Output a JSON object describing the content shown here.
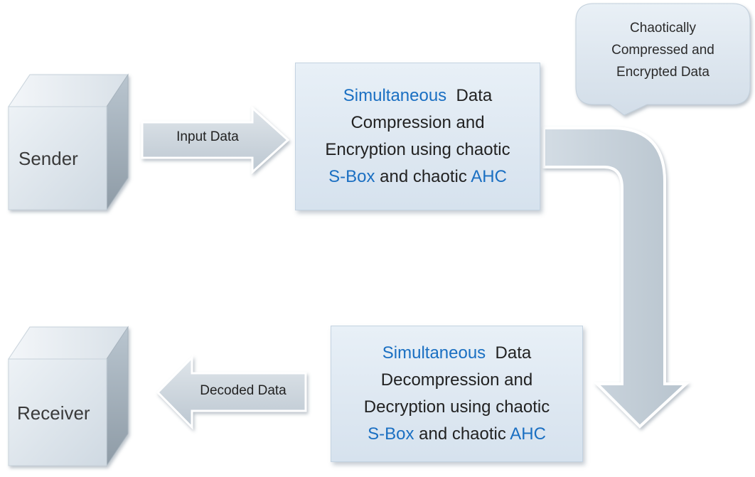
{
  "sender": {
    "label": "Sender"
  },
  "receiver": {
    "label": "Receiver"
  },
  "arrows": {
    "input": "Input Data",
    "decoded": "Decoded Data"
  },
  "callout": {
    "line1": "Chaotically",
    "line2": "Compressed and",
    "line3": "Encrypted Data"
  },
  "encrypt_box": {
    "l1_a": "Simultaneous",
    "l1_b": "Data",
    "l2": "Compression and",
    "l3": "Encryption using chaotic",
    "l4_a": "S-Box",
    "l4_b": "and chaotic",
    "l4_c": "AHC"
  },
  "decrypt_box": {
    "l1_a": "Simultaneous",
    "l1_b": "Data",
    "l2": "Decompression and",
    "l3": "Decryption using chaotic",
    "l4_a": "S-Box",
    "l4_b": "and chaotic",
    "l4_c": "AHC"
  },
  "colors": {
    "highlight": "#1a6fc2",
    "box_fill": "#dde7f1",
    "arrow_fill": "#ccd5de"
  }
}
